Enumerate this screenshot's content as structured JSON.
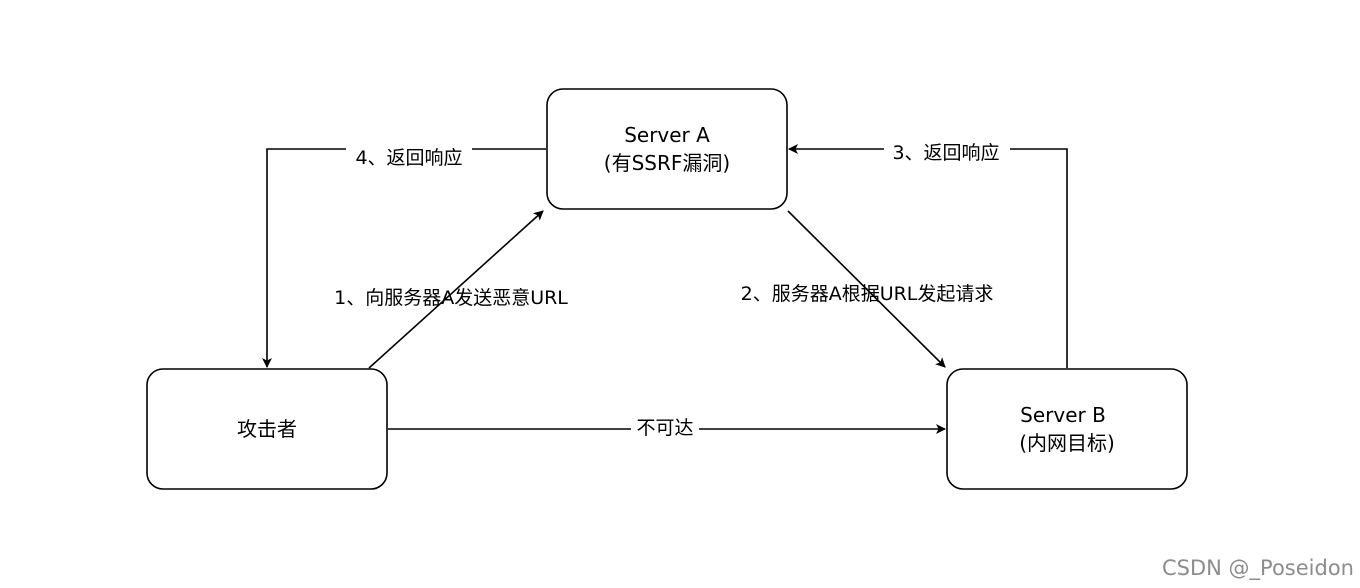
{
  "diagram": {
    "nodes": {
      "server_a": {
        "line1": "Server A",
        "line2": "(有SSRF漏洞)"
      },
      "attacker": {
        "line1": "攻击者"
      },
      "server_b": {
        "line1": "Server B",
        "line2": "(内网目标)"
      }
    },
    "edges": {
      "send_malicious_url": "1、向服务器A发送恶意URL",
      "server_request": "2、服务器A根据URL发起请求",
      "return_response_b": "3、返回响应",
      "return_response_a": "4、返回响应",
      "unreachable": "不可达"
    }
  },
  "watermark": "CSDN @_Poseidon"
}
